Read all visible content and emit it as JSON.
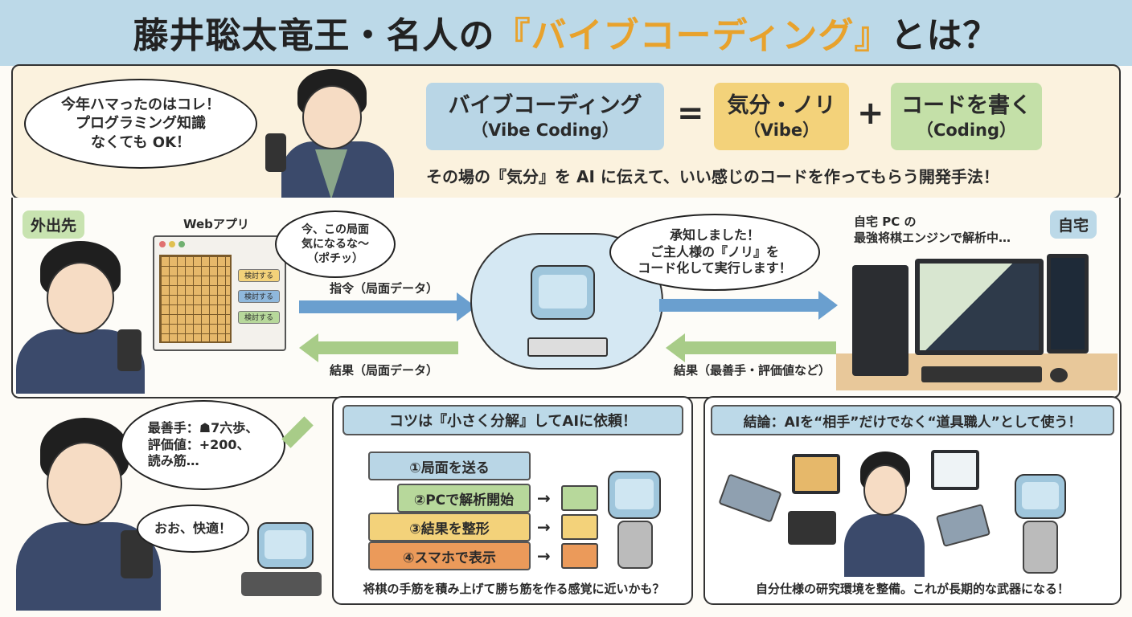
{
  "title": {
    "prefix": "藤井聡太竜王・名人の",
    "highlight": "『バイブコーディング』",
    "suffix": "とは？"
  },
  "top": {
    "speech": "今年ハマったのはコレ！\nプログラミング知識\nなくても OK！",
    "formula": {
      "term1": {
        "main": "バイブコーディング",
        "sub": "（Vibe Coding）"
      },
      "equals": "=",
      "term2": {
        "main": "気分・ノリ",
        "sub": "（Vibe）"
      },
      "plus": "+",
      "term3": {
        "main": "コードを書く",
        "sub": "（Coding）"
      }
    },
    "definition": "その場の『気分』を AI に伝えて、いい感じのコードを作ってもらう開発手法！"
  },
  "middle": {
    "outside_tag": "外出先",
    "home_tag": "自宅",
    "webapp_label": "Webアプリ",
    "webapp_buttons": [
      "検討する",
      "検討する",
      "検討する"
    ],
    "user_speech": "今、この局面\n気になるな〜\n（ポチッ）",
    "command_label": "指令（局面データ）",
    "result_label_left": "結果（局面データ）",
    "ai_speech": "承知しました！\nご主人様の『ノリ』を\nコード化して実行します！",
    "pc_label": "自宅 PC の\n最強将棋エンジンで解析中…",
    "result_label_right": "結果（最善手・評価値など）"
  },
  "bottom_left": {
    "result_speech": "最善手：☗7六歩、\n評価値：+200、\n読み筋…",
    "reaction_speech": "おお、快適！"
  },
  "tips_panel": {
    "title": "コツは『小さく分解』してAIに依頼！",
    "steps": [
      "①局面を送る",
      "②PCで解析開始",
      "③結果を整形",
      "④スマホで表示"
    ],
    "arrow_glyph": "→",
    "caption": "将棋の手筋を積み上げて勝ち筋を作る感覚に近いかも？"
  },
  "conclusion_panel": {
    "title": "結論：AIを“相手”だけでなく“道具職人”として使う！",
    "caption": "自分仕様の研究環境を整備。これが長期的な武器になる！"
  },
  "colors": {
    "title_bg": "#bcd9e8",
    "highlight": "#e8a22c",
    "blue": "#6a9fcf",
    "green": "#a8cc88",
    "yellow": "#f3d27a",
    "orange": "#eb9a5a"
  }
}
